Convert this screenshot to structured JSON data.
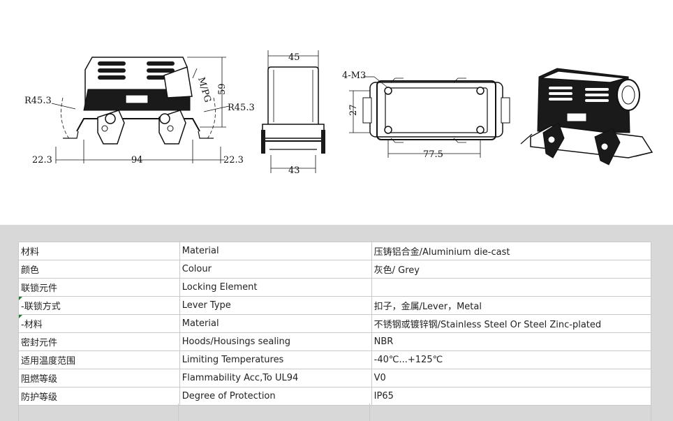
{
  "drawing": {
    "front_view": {
      "label_r_left": "R45.3",
      "label_r_right": "R45.3",
      "label_thread": "M/PG",
      "label_height": "59",
      "label_left_offset": "22.3",
      "label_span": "94",
      "label_right_offset": "22.3"
    },
    "side_view": {
      "label_top_width": "45",
      "label_bottom_width": "43"
    },
    "top_view": {
      "label_screws": "4-M3",
      "label_inner_height": "27",
      "label_inner_width": "77.5"
    }
  },
  "spec_table": {
    "rows": [
      {
        "cn": "材料",
        "en": "Material",
        "value": "压铸铝合金/Aluminium die-cast"
      },
      {
        "cn": "颜色",
        "en": "Colour",
        "value": "灰色/ Grey"
      },
      {
        "cn": "联锁元件",
        "en": "Locking Element",
        "value": ""
      },
      {
        "cn": " -联锁方式",
        "en": "Lever Type",
        "value": "扣子，金属/Lever，Metal"
      },
      {
        "cn": " -材料",
        "en": "Material",
        "value": "不锈钢或镀锌钢/Stainless Steel Or Steel Zinc-plated"
      },
      {
        "cn": "密封元件",
        "en": "Hoods/Housings sealing",
        "value": "NBR"
      },
      {
        "cn": "适用温度范围",
        "en": "Limiting Temperatures",
        "value": "-40℃...+125℃"
      },
      {
        "cn": "阻燃等级",
        "en": "Flammability Acc,To UL94",
        "value": "V0"
      },
      {
        "cn": "防护等级",
        "en": "Degree of Protection",
        "value": "IP65"
      }
    ]
  }
}
